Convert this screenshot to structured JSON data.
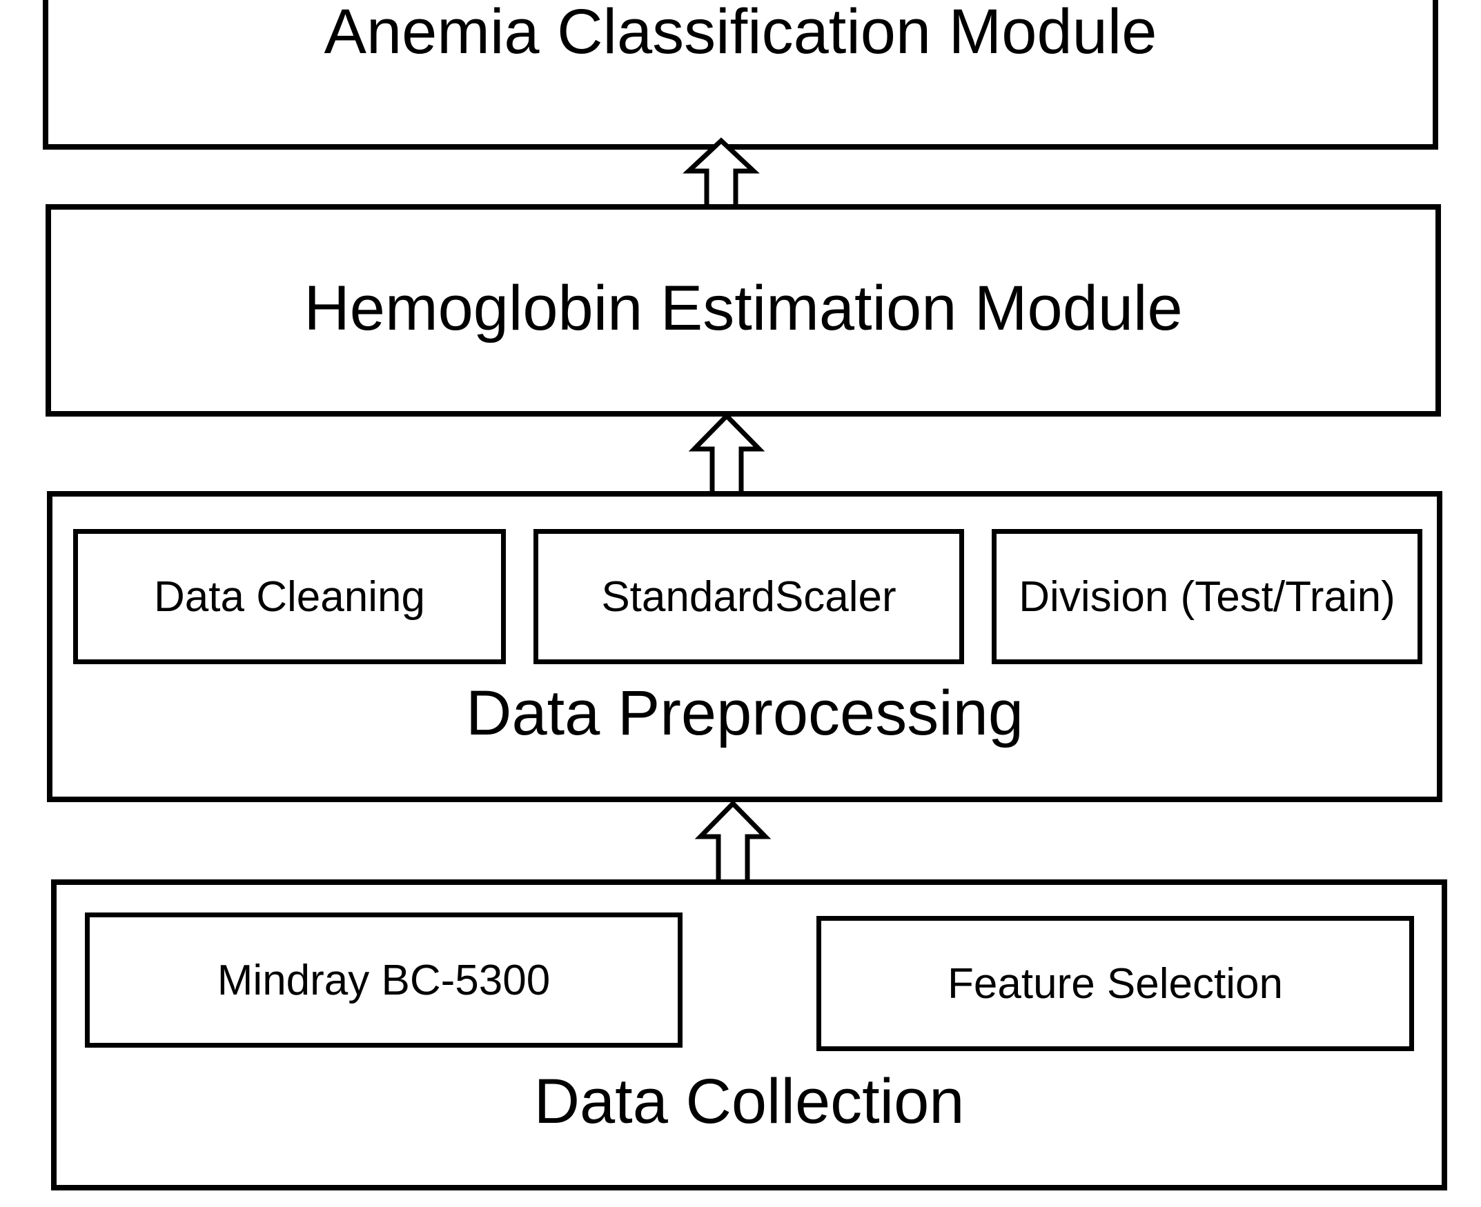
{
  "diagram": {
    "modules": {
      "anemia": {
        "label": "Anemia Classification Module"
      },
      "hemoglobin": {
        "label": "Hemoglobin Estimation Module"
      },
      "preprocessing": {
        "label": "Data Preprocessing",
        "steps": [
          "Data Cleaning",
          "StandardScaler",
          "Division (Test/Train)"
        ]
      },
      "collection": {
        "label": "Data Collection",
        "steps": [
          "Mindray BC-5300",
          "Feature Selection"
        ]
      }
    },
    "flow": [
      {
        "from": "Data Collection",
        "to": "Data Preprocessing"
      },
      {
        "from": "Data Preprocessing",
        "to": "Hemoglobin Estimation Module"
      },
      {
        "from": "Hemoglobin Estimation Module",
        "to": "Anemia Classification Module"
      }
    ],
    "colors": {
      "stroke": "#000000",
      "fill": "#ffffff",
      "text": "#000000"
    }
  }
}
